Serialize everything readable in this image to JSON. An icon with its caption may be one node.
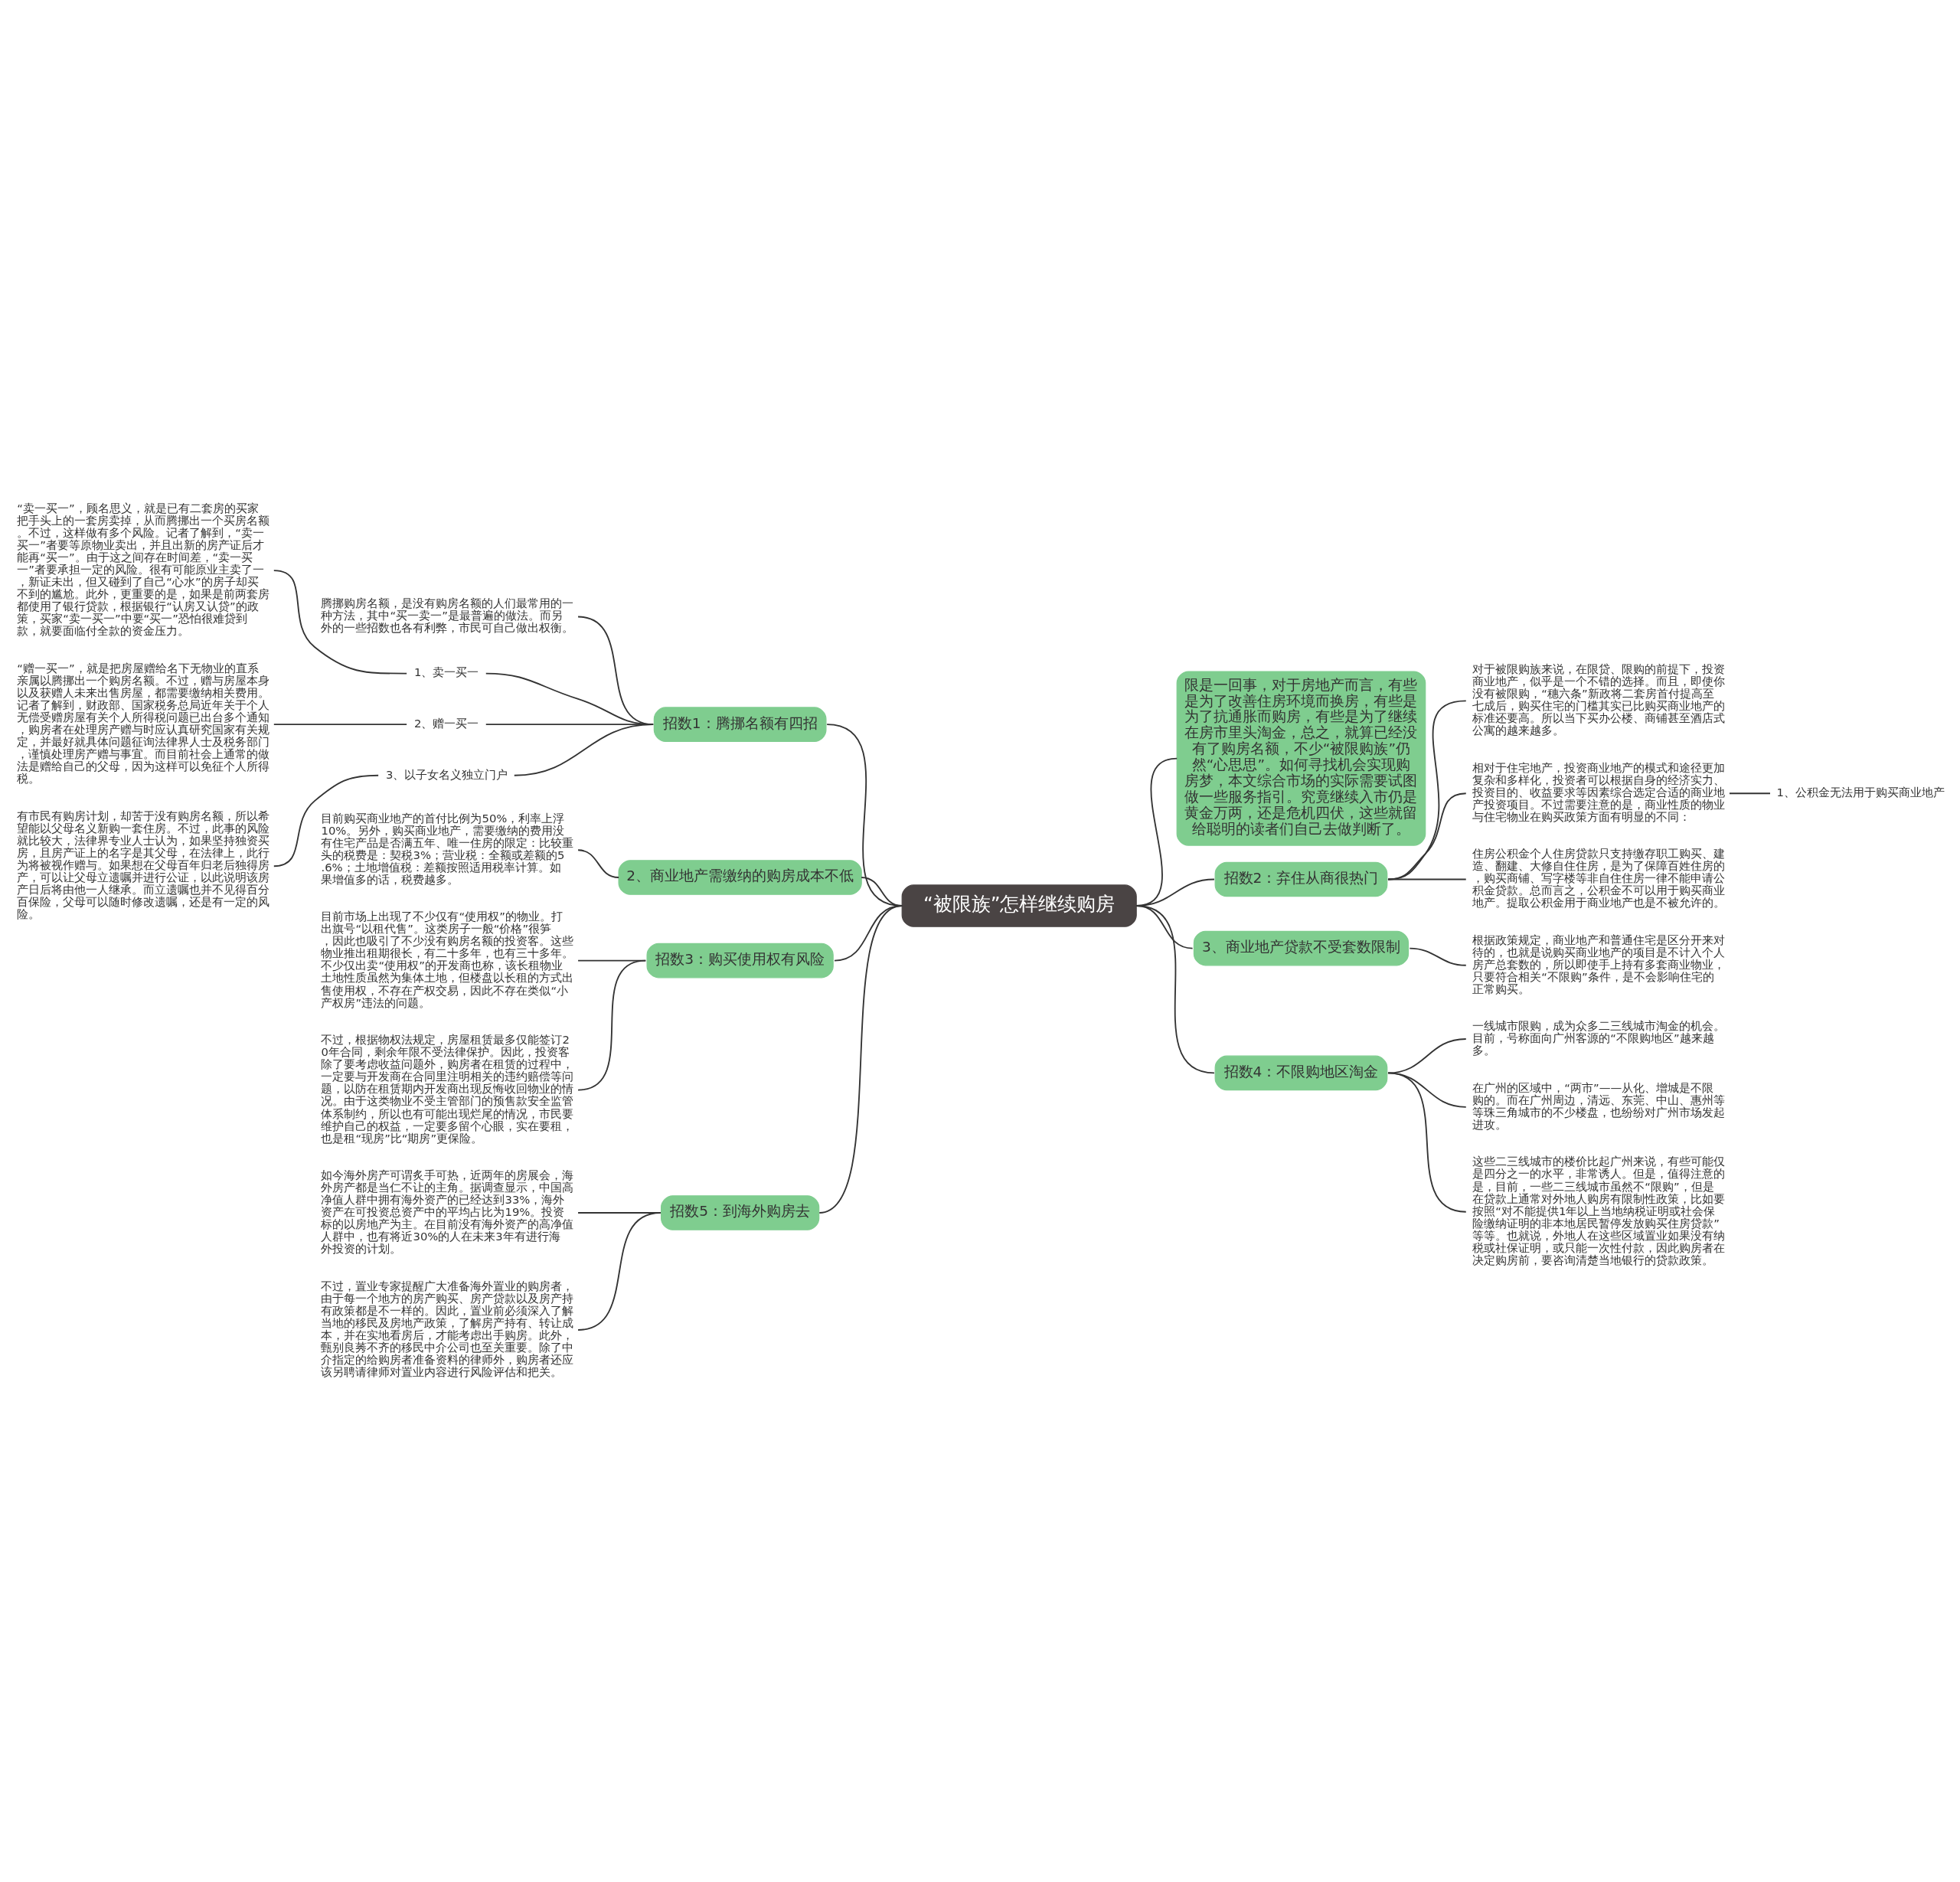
{
  "diagram": {
    "nodes": [
      {
        "text": [
          "“被限族”怎样继续购房"
        ]
      },
      {
        "text": [
          "招数1：腾挪名额有四招"
        ]
      },
      {
        "text": [
          "腾挪购房名额，是没有购房名额的人们最常用的一种方法，其中“买一卖一”是最普遍的做法。而另外的一些招数也各有利弊，市民可自己做出权衡。"
        ]
      },
      {
        "text": [
          "1、卖一买一"
        ]
      },
      {
        "text": [
          "“卖一买一”，顾名思义，就是已有二套房的买家把手头上的一套房卖掉，从而腾挪出一个买房名额。不过，这样做有多个风险。记者了解到，“卖一买一”者要等原物业卖出，并且出新的房产证后才能再“买一”。由于这之间存在时间差，“卖一买一”者要承担一定的风险。很有可能原业主卖了一，新证未出，但又碰到了自己“心水”的房子却买不到的尴尬。此外，更重要的是，如果是前两套房都使用了银行贷款，根据银行“认房又认贷”的政策，买家“卖一买一”中要“买一”恐怕很难贷到款，就要面临付全款的资金压力。"
        ]
      },
      {
        "text": [
          "2、赠一买一"
        ]
      },
      {
        "text": [
          "“赠一买一”，就是把房屋赠给名下无物业的直系亲属以腾挪出一个购房名额。不过，赠与房屋本身以及获赠人未来出售房屋，都需要缴纳相关费用。记者了解到，财政部、国家税务总局近年关于个人无偿受赠房屋有关个人所得税问题已出台多个通知，购房者在处理房产赠与时应认真研究国家有关规定，并最好就具体问题征询法律界人士及税务部门，谨慎处理房产赠与事宜。而目前社会上通常的做法是赠给自己的父母，因为这样可以免征个人所得税。"
        ]
      },
      {
        "text": [
          "3、以子女名义独立门户"
        ]
      },
      {
        "text": [
          "有市民有购房计划，却苦于没有购房名额，所以希望能以父母名义新购一套住房。不过，此事的风险就比较大，法律界专业人士认为，如果坚持独资买房，且房产证上的名字是其父母，在法律上，此行为将被视作赠与。如果想在父母百年归老后独得房产，可以让父母立遗嘱并进行公证，以此说明该房产日后将由他一人继承。而立遗嘱也并不见得百分百保险，父母可以随时修改遗嘱，还是有一定的风险。"
        ]
      },
      {
        "text": [
          "2、商业地产需缴纳的购房成本不低"
        ]
      },
      {
        "text": [
          "目前购买商业地产的首付比例为50%，利率上浮10%。另外，购买商业地产，需要缴纳的费用没有住宅产品是否满五年、唯一住房的限定：比较重头的税费是：契税3%；营业税：全额或差额的5.6%；土地增值税：差额按照适用税率计算。如果增值多的话，税费越多。"
        ]
      },
      {
        "text": [
          "招数3：购买使用权有风险"
        ]
      },
      {
        "text": [
          "目前市场上出现了不少仅有“使用权”的物业。打出旗号“以租代售”。这类房子一般“价格”很笋，因此也吸引了不少没有购房名额的投资客。这些物业推出租期很长，有二十多年，也有三十多年。不少仅出卖“使用权”的开发商也称，该长租物业土地性质虽然为集体土地，但楼盘以长租的方式出售使用权，不存在产权交易，因此不存在类似“小产权房”违法的问题。"
        ]
      },
      {
        "text": [
          "不过，根据物权法规定，房屋租赁最多仅能签订20年合同，剩余年限不受法律保护。因此，投资客除了要考虑收益问题外，购房者在租赁的过程中，一定要与开发商在合同里注明相关的违约赔偿等问题，以防在租赁期内开发商出现反悔收回物业的情况。由于这类物业不受主管部门的预售款安全监管体系制约，所以也有可能出现烂尾的情况，市民要维护自己的权益，一定要多留个心眼，实在要租，也是租“现房”比“期房”更保险。"
        ]
      },
      {
        "text": [
          "招数5：到海外购房去"
        ]
      },
      {
        "text": [
          "如今海外房产可谓炙手可热，近两年的房展会，海外房产都是当仁不让的主角。据调查显示，中国高净值人群中拥有海外资产的已经达到33%，海外资产在可投资总资产中的平均占比为19%。投资标的以房地产为主。在目前没有海外资产的高净值人群中，也有将近30%的人在未来3年有进行海外投资的计划。"
        ]
      },
      {
        "text": [
          "不过，置业专家提醒广大准备海外置业的购房者，由于每一个地方的房产购买、房产贷款以及房产持有政策都是不一样的。因此，置业前必须深入了解当地的移民及房地产政策，了解房产持有、转让成本，并在实地看房后，才能考虑出手购房。此外，甄别良莠不齐的移民中介公司也至关重要。除了中介指定的给购房者准备资料的律师外，购房者还应该另聘请律师对置业内容进行风险评估和把关。"
        ]
      },
      {
        "text": [
          "限是一回事，对于房地产而言，有些是为了改善住房环境而换房，有些是为了抗通胀而购房，有些是为了继续在房市里头淘金，总之，就算已经没有了购房名额，不少“被限购族”仍然“心思思”。如何寻找机会实现购房梦，本文综合市场的实际需要试图做一些服务指引。究竟继续入市仍是黄金万两，还是危机四伏，这些就留给聪明的读者们自己去做判断了。"
        ]
      },
      {
        "text": [
          "招数2：弃住从商很热门"
        ]
      },
      {
        "text": [
          "对于被限购族来说，在限贷、限购的前提下，投资商业地产，似乎是一个不错的选择。而且，即使你没有被限购，“穗六条”新政将二套房首付提高至七成后，购买住宅的门槛其实已比购买商业地产的标准还要高。所以当下买办公楼、商铺甚至酒店式公寓的越来越多。"
        ]
      },
      {
        "text": [
          "相对于住宅地产，投资商业地产的模式和途径更加复杂和多样化，投资者可以根据自身的经济实力、投资目的、收益要求等因素综合选定合适的商业地产投资项目。不过需要注意的是，商业性质的物业与住宅物业在购买政策方面有明显的不同："
        ]
      },
      {
        "text": [
          "住房公积金个人住房贷款只支持缴存职工购买、建造、翻建、大修自住住房，是为了保障百姓住房的，购买商铺、写字楼等非自住住房一律不能申请公积金贷款。总而言之，公积金不可以用于购买商业地产。提取公积金用于商业地产也是不被允许的。"
        ]
      },
      {
        "text": [
          "1、公积金无法用于购买商业地产"
        ]
      },
      {
        "text": [
          "3、商业地产贷款不受套数限制"
        ]
      },
      {
        "text": [
          "根据政策规定，商业地产和普通住宅是区分开来对待的，也就是说购买商业地产的项目是不计入个人房产总套数的，所以即使手上持有多套商业物业，只要符合相关“不限购”条件，是不会影响住宅的正常购买。"
        ]
      },
      {
        "text": [
          "招数4：不限购地区淘金"
        ]
      },
      {
        "text": [
          "一线城市限购，成为众多二三线城市淘金的机会。目前，号称面向广州客源的“不限购地区”越来越多。"
        ]
      },
      {
        "text": [
          "在广州的区域中，“两市”——从化、增城是不限购的。而在广州周边，清远、东莞、中山、惠州等等珠三角城市的不少楼盘，也纷纷对广州市场发起进攻。"
        ]
      },
      {
        "text": [
          "这些二三线城市的楼价比起广州来说，有些可能仅是四分之一的水平，非常诱人。但是，值得注意的是，目前，一些二三线城市虽然不“限购”，但是在贷款上通常对外地人购房有限制性政策，比如要按照“对不能提供1年以上当地纳税证明或社会保险缴纳证明的非本地居民暂停发放购买住房贷款”等等。也就说，外地人在这些区域置业如果没有纳税或社保证明，或只能一次性付款，因此购房者在决定购房前，要咨询清楚当地银行的贷款政策。"
        ]
      }
    ],
    "edges": [
      {
        "from": 0,
        "to": 1,
        "arrow": "none"
      },
      {
        "from": 1,
        "to": 2,
        "arrow": "none"
      },
      {
        "from": 1,
        "to": 3,
        "arrow": "none"
      },
      {
        "from": 3,
        "to": 4,
        "arrow": "none"
      },
      {
        "from": 1,
        "to": 5,
        "arrow": "none"
      },
      {
        "from": 5,
        "to": 6,
        "arrow": "none"
      },
      {
        "from": 1,
        "to": 7,
        "arrow": "none"
      },
      {
        "from": 7,
        "to": 8,
        "arrow": "none"
      },
      {
        "from": 0,
        "to": 9,
        "arrow": "none"
      },
      {
        "from": 9,
        "to": 10,
        "arrow": "none"
      },
      {
        "from": 0,
        "to": 11,
        "arrow": "none"
      },
      {
        "from": 11,
        "to": 12,
        "arrow": "none"
      },
      {
        "from": 11,
        "to": 13,
        "arrow": "none"
      },
      {
        "from": 0,
        "to": 14,
        "arrow": "none"
      },
      {
        "from": 14,
        "to": 15,
        "arrow": "none"
      },
      {
        "from": 14,
        "to": 16,
        "arrow": "none"
      },
      {
        "from": 0,
        "to": 17,
        "arrow": "none"
      },
      {
        "from": 0,
        "to": 18,
        "arrow": "none"
      },
      {
        "from": 18,
        "to": 19,
        "arrow": "none"
      },
      {
        "from": 18,
        "to": 20,
        "arrow": "none"
      },
      {
        "from": 20,
        "to": 22,
        "arrow": "none"
      },
      {
        "from": 18,
        "to": 21,
        "arrow": "none"
      },
      {
        "from": 0,
        "to": 23,
        "arrow": "none"
      },
      {
        "from": 23,
        "to": 24,
        "arrow": "none"
      },
      {
        "from": 0,
        "to": 25,
        "arrow": "none"
      },
      {
        "from": 25,
        "to": 26,
        "arrow": "none"
      },
      {
        "from": 25,
        "to": 27,
        "arrow": "none"
      },
      {
        "from": 25,
        "to": 28,
        "arrow": "none"
      }
    ]
  }
}
